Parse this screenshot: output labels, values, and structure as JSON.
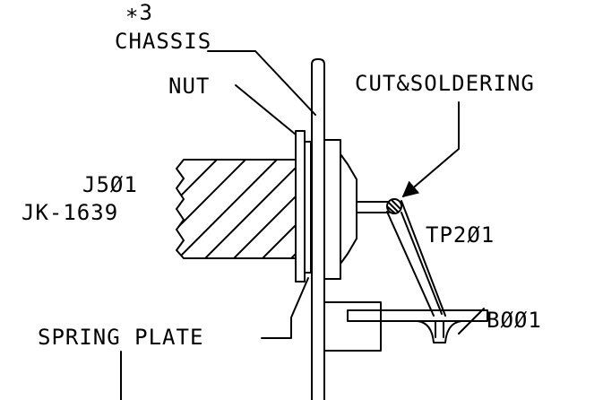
{
  "labels": {
    "note_ref": "∗3",
    "chassis": "CHASSIS",
    "nut": "NUT",
    "cut_soldering": "CUT&SOLDERING",
    "jack_ref": "J5Ø1",
    "jack_part": "JK-1639",
    "testpoint": "TP2Ø1",
    "spring_plate": "SPRING PLATE",
    "board": "BØØ1"
  }
}
